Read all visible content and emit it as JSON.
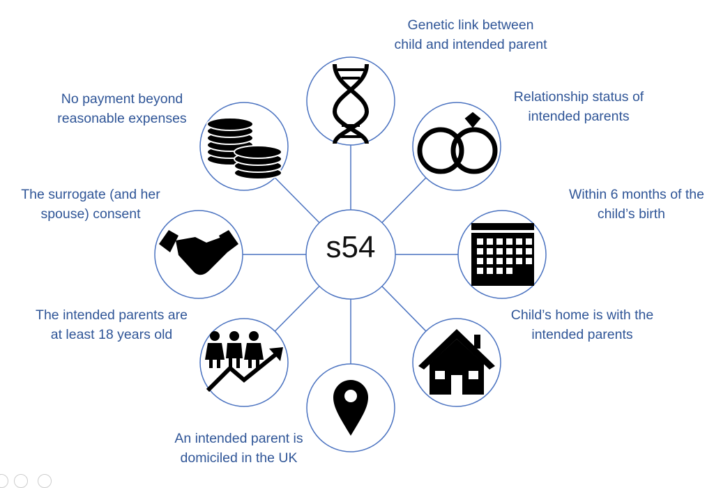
{
  "center": {
    "label": "s54"
  },
  "nodes": [
    {
      "id": "genetic",
      "icon": "dna-icon",
      "label_lines": [
        "Genetic link between",
        "child and intended parent"
      ]
    },
    {
      "id": "relationship",
      "icon": "rings-icon",
      "label_lines": [
        "Relationship status of",
        "intended parents"
      ]
    },
    {
      "id": "timing",
      "icon": "calendar-icon",
      "label_lines": [
        "Within 6 months of the",
        "child’s birth"
      ]
    },
    {
      "id": "home",
      "icon": "house-icon",
      "label_lines": [
        "Child’s home is with the",
        "intended parents"
      ]
    },
    {
      "id": "domicile",
      "icon": "map-pin-icon",
      "label_lines": [
        "An intended parent is",
        "domiciled in the UK"
      ]
    },
    {
      "id": "age",
      "icon": "people-growth-icon",
      "label_lines": [
        "The intended parents are",
        "at least 18 years old"
      ]
    },
    {
      "id": "consent",
      "icon": "handshake-icon",
      "label_lines": [
        "The surrogate (and her",
        "spouse) consent"
      ]
    },
    {
      "id": "payment",
      "icon": "coins-icon",
      "label_lines": [
        "No payment beyond",
        "reasonable expenses"
      ]
    }
  ],
  "colors": {
    "line": "#4a72c0",
    "text": "#2f5597",
    "icon": "#000000"
  }
}
